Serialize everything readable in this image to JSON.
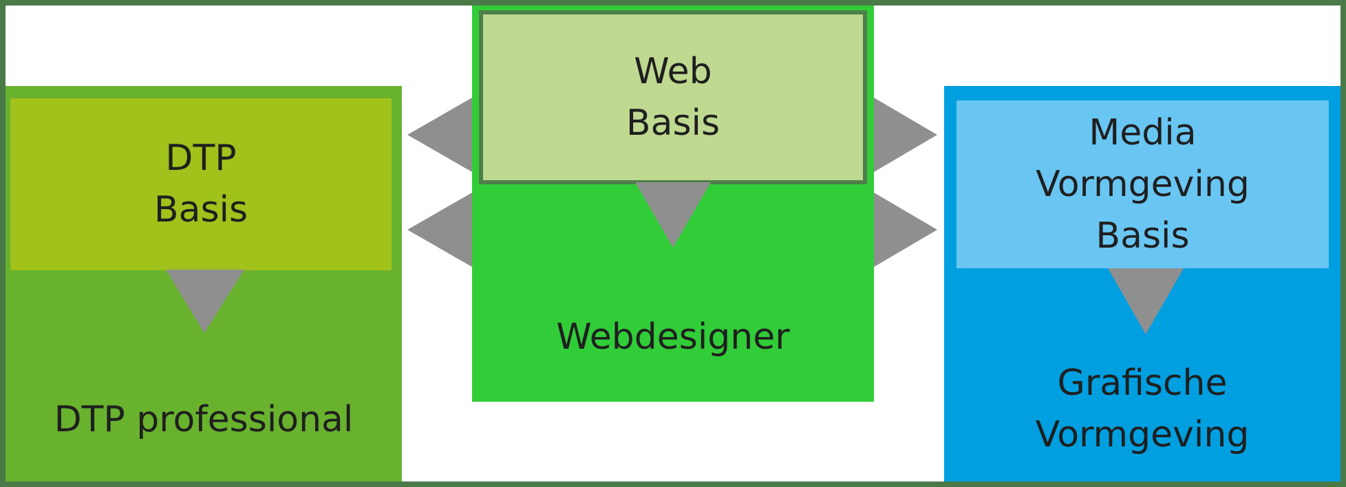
{
  "diagram": {
    "dtp": {
      "basis_line1": "DTP",
      "basis_line2": "Basis",
      "result": "DTP professional",
      "colors": {
        "outer": "#68b22e",
        "inner": "#a1c11b"
      }
    },
    "web": {
      "basis_line1": "Web",
      "basis_line2": "Basis",
      "result": "Webdesigner",
      "colors": {
        "outer": "#31cd38",
        "inner": "#bfd991"
      }
    },
    "media": {
      "basis_line1": "Media",
      "basis_line2": "Vormgeving",
      "basis_line3": "Basis",
      "result_line1": "Grafische",
      "result_line2": "Vormgeving",
      "colors": {
        "outer": "#009fe0",
        "inner": "#69c6f3"
      }
    },
    "arrow_color": "#8f8f8f"
  }
}
